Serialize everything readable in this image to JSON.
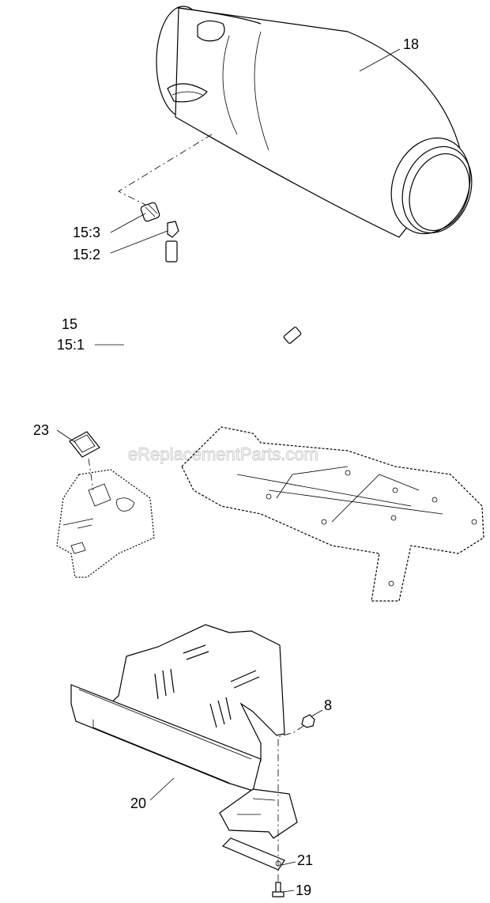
{
  "watermark": "eReplacementParts.com",
  "callouts": {
    "c18": "18",
    "c15_3": "15:3",
    "c15_2": "15:2",
    "c15": "15",
    "c15_1": "15:1",
    "c23": "23",
    "c8": "8",
    "c20": "20",
    "c21": "21",
    "c19": "19"
  }
}
